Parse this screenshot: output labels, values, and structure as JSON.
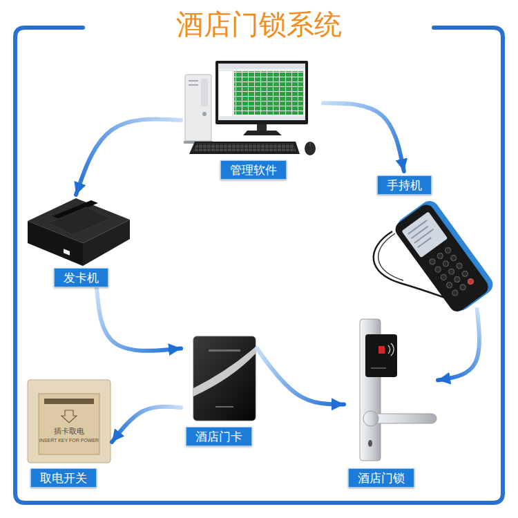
{
  "diagram": {
    "title": "酒店门锁系统",
    "nodes": [
      {
        "text": [
          "管理软件"
        ]
      },
      {
        "text": [
          "手持机"
        ]
      },
      {
        "text": [
          "发卡机"
        ]
      },
      {
        "text": [
          "酒店门卡"
        ]
      },
      {
        "text": [
          "取电开关"
        ]
      },
      {
        "text": [
          "酒店门锁"
        ]
      }
    ],
    "edges": [
      {
        "from": 0,
        "to": 2,
        "arrow": "to"
      },
      {
        "from": 0,
        "to": 1,
        "arrow": "to"
      },
      {
        "from": 2,
        "to": 3,
        "arrow": "to"
      },
      {
        "from": 1,
        "to": 5,
        "arrow": "to"
      },
      {
        "from": 3,
        "to": 5,
        "arrow": "to"
      },
      {
        "from": 3,
        "to": 4,
        "arrow": "to"
      }
    ],
    "labels": [
      "插卡取电",
      "INSERT KEY FOR POWER"
    ]
  }
}
